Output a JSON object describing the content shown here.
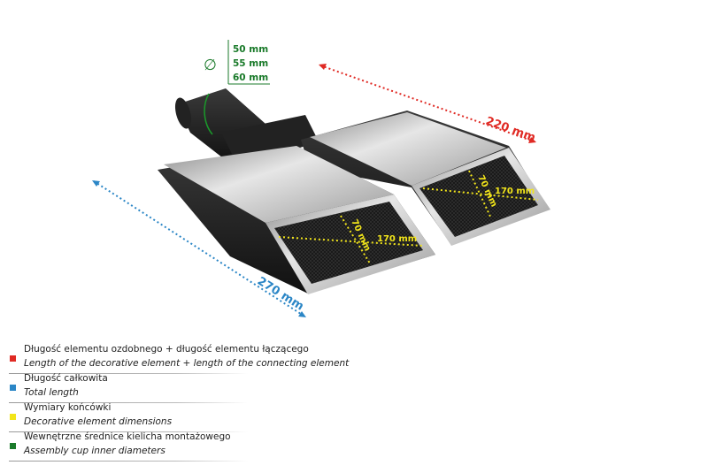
{
  "diameter": {
    "symbol": "∅",
    "values": [
      "50 mm",
      "55 mm",
      "60 mm"
    ]
  },
  "dimensions": {
    "decorative_plus_connecting": "220 mm",
    "total_length": "270 mm",
    "tip_left_width": "170 mm",
    "tip_left_height": "70 mm",
    "tip_right_width": "170 mm",
    "tip_right_height": "70 mm"
  },
  "colors": {
    "red": "#e02a24",
    "blue": "#2b86c6",
    "yellow": "#f2e51a",
    "green": "#1a7a2a"
  },
  "legend": [
    {
      "pl": "Długość elementu ozdobnego + długość elementu łączącego",
      "en": "Length of the decorative element + length of the connecting element",
      "color": "#e02a24"
    },
    {
      "pl": "Długość całkowita",
      "en": "Total length",
      "color": "#2b86c6"
    },
    {
      "pl": "Wymiary końcówki",
      "en": "Decorative element dimensions",
      "color": "#f2e51a"
    },
    {
      "pl": "Wewnętrzne średnice kielicha montażowego",
      "en": "Assembly cup inner diameters",
      "color": "#1a7a2a"
    }
  ]
}
